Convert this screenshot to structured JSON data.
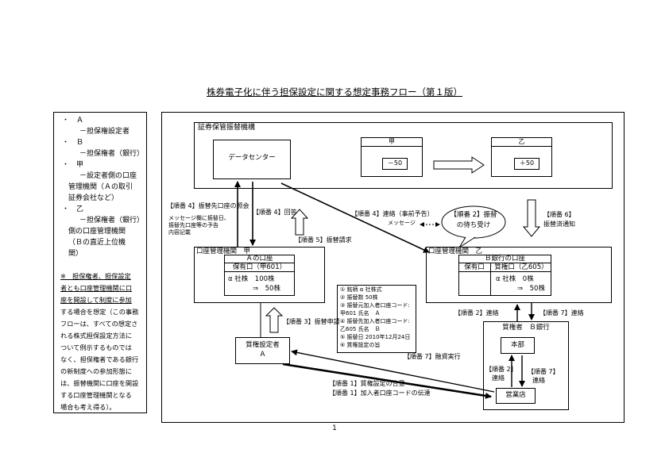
{
  "title": "株券電子化に伴う担保設定に関する想定事務フロー（第１版）",
  "page_number": "1",
  "legend": {
    "items": [
      {
        "bullet": "・",
        "name": "Ａ",
        "desc": [
          "－担保権設定者"
        ]
      },
      {
        "bullet": "・",
        "name": "Ｂ",
        "desc": [
          "－担保権者（銀行）"
        ]
      },
      {
        "bullet": "・",
        "name": "甲",
        "desc": [
          "－設定者側の口座",
          "管理機関（Ａの取引",
          "証券会社など）"
        ]
      },
      {
        "bullet": "・",
        "name": "乙",
        "desc": [
          "－担保権者（銀行）",
          "側の口座管理機関",
          "（Ｂの直近上位機",
          "関）"
        ]
      }
    ],
    "note": [
      "※　担保権者、担保設定",
      "者とも口座管理機関に口",
      "座を開設して制度に参加",
      "する場合を想定（この事務",
      "フローは、すべての想定さ",
      "れる株式担保設定方法に",
      "ついて例示するものでは",
      "なく、担保権者である銀行",
      "の新制度への参加形態に",
      "は、振替機関に口座を開設",
      "する口座管理機関となる",
      "場合も考え得る）。"
    ]
  },
  "diagram": {
    "jasdec_label": "証券保管振替機構",
    "datacenter_label": "データセンター",
    "ko_label": "甲",
    "ko_value": "－50",
    "otsu_label": "乙",
    "otsu_value": "＋50",
    "ko_org_label": "口座管理機関　甲",
    "a_account_label": "Ａの口座",
    "a_account_sub": "保有口（甲601）",
    "a_holding_1": "α 社株　100株",
    "a_holding_2": "⇒　50株",
    "otsu_org_label": "口座管理機関　乙",
    "b_account_label": "Ｂ銀行の口座",
    "b_col1": "保有口",
    "b_col2": "質権口（乙605）",
    "b_holding_1": "α 社株　0株",
    "b_holding_2": "⇒　50株",
    "setter_label_1": "質権設定者",
    "setter_label_2": "Ａ",
    "pledgee_label": "質権者　Ｂ銀行",
    "honbu_label": "本部",
    "eigyo_label": "営業店",
    "bubble_1": "【順番 2】振替",
    "bubble_2": "の待ち受け",
    "labels": {
      "step4_inquiry": "【順番 4】振替先口座の照会",
      "step4_answer": "【順番 4】回答",
      "msg_note_1": "メッセージ欄に振替日、",
      "msg_note_2": "振替先口座等の予告",
      "msg_note_3": "内容記載",
      "step5_request": "【順番 5】振替請求",
      "step4_contact": "【順番 4】連絡（事前予告）",
      "message": "メッセージ",
      "step6_notice_1": "【順番 6】",
      "step6_notice_2": "振替済通知",
      "step3_request": "【順番 3】振替申請",
      "step2_contact": "【順番 2】連絡",
      "step7_contact": "【順番 7】連絡",
      "step2_inner_1": "【順番 2】",
      "step2_inner_2": "連絡",
      "step7_inner_1": "【順番 7】",
      "step7_inner_2": "連絡",
      "step7_loan": "【順番 7】融資実行",
      "step1_agree": "【順番 1】質権設定の合意",
      "step1_code": "【順番 1】加入者口座コードの伝達"
    },
    "info_list": [
      "① 銘柄 α 社株式",
      "② 振替数 50株",
      "③ 振替元加入者口座コード:",
      "甲601 氏名　Ａ",
      "④ 振替先加入者口座コード:",
      "乙605 氏名　Ｂ",
      "⑤ 振替日 2010年12月24日",
      "⑥ 質権設定の旨"
    ]
  }
}
